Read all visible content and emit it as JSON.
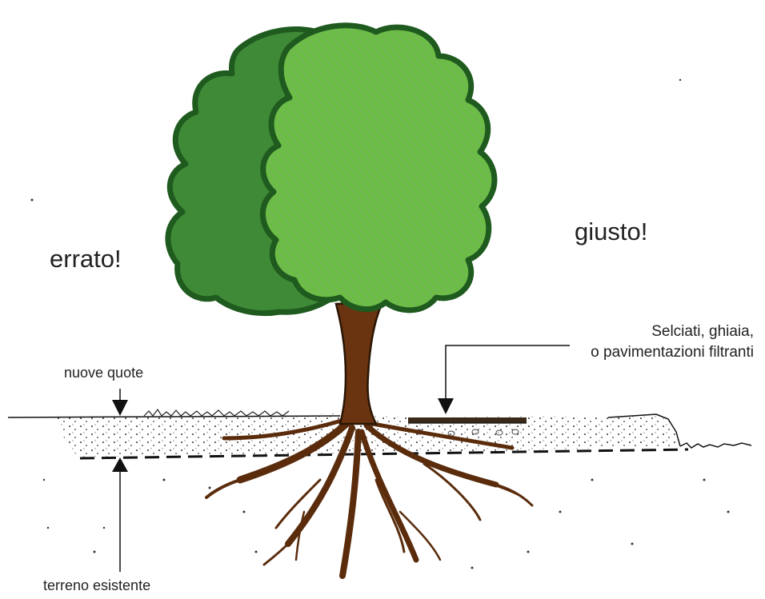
{
  "labels": {
    "wrong": "errato!",
    "right": "giusto!",
    "new_levels": "nuove quote",
    "existing_ground": "terreno esistente",
    "paving_line1": "Selciati, ghiaia,",
    "paving_line2": "o pavimentazioni filtranti"
  },
  "colors": {
    "canopy_dark": "#3f8a36",
    "canopy_light": "#6cbd45",
    "canopy_outline": "#1f5a1f",
    "trunk": "#6a3410",
    "roots": "#5a2c0c",
    "line": "#111111"
  }
}
